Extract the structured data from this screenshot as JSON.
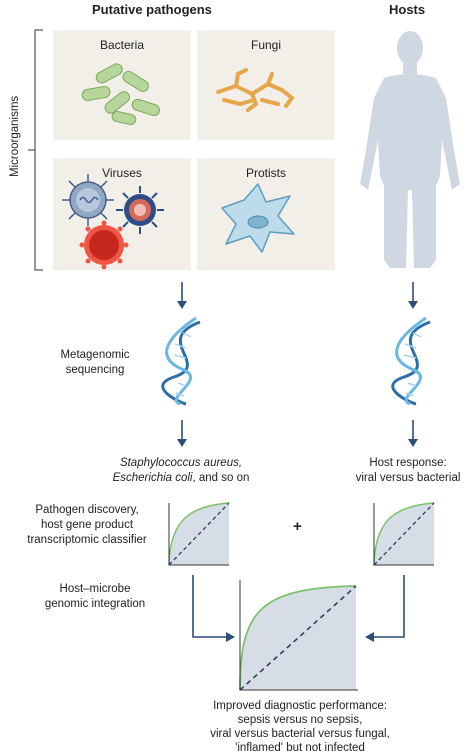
{
  "headers": {
    "pathogens": "Putative pathogens",
    "hosts": "Hosts"
  },
  "microorganisms_label": "Microorganisms",
  "cells": {
    "bacteria": "Bacteria",
    "fungi": "Fungi",
    "viruses": "Viruses",
    "protists": "Protists"
  },
  "steps": {
    "metagenomic_line1": "Metagenomic",
    "metagenomic_line2": "sequencing",
    "pathogen_result_line1": "Staphylococcus aureus,",
    "pathogen_result_line2": "Escherichia coli, and so on",
    "host_result_line1": "Host response:",
    "host_result_line2": "viral versus bacterial",
    "classifier_line1": "Pathogen discovery,",
    "classifier_line2": "host gene product",
    "classifier_line3": "transcriptomic classifier",
    "plus": "+",
    "integration_line1": "Host–microbe",
    "integration_line2": "genomic integration"
  },
  "outcome": {
    "line1": "Improved diagnostic performance:",
    "line2": "sepsis versus no sepsis,",
    "line3": "viral versus bacterial versus fungal,",
    "line4": "'inflamed' but not infected"
  },
  "colors": {
    "panel": "#f1efe8",
    "arrow": "#2d4e7a",
    "dna": "#3d8fc6",
    "roc_fill": "#d7dde7",
    "roc_curve": "#79c36b",
    "silhouette": "#cfd8e2"
  }
}
